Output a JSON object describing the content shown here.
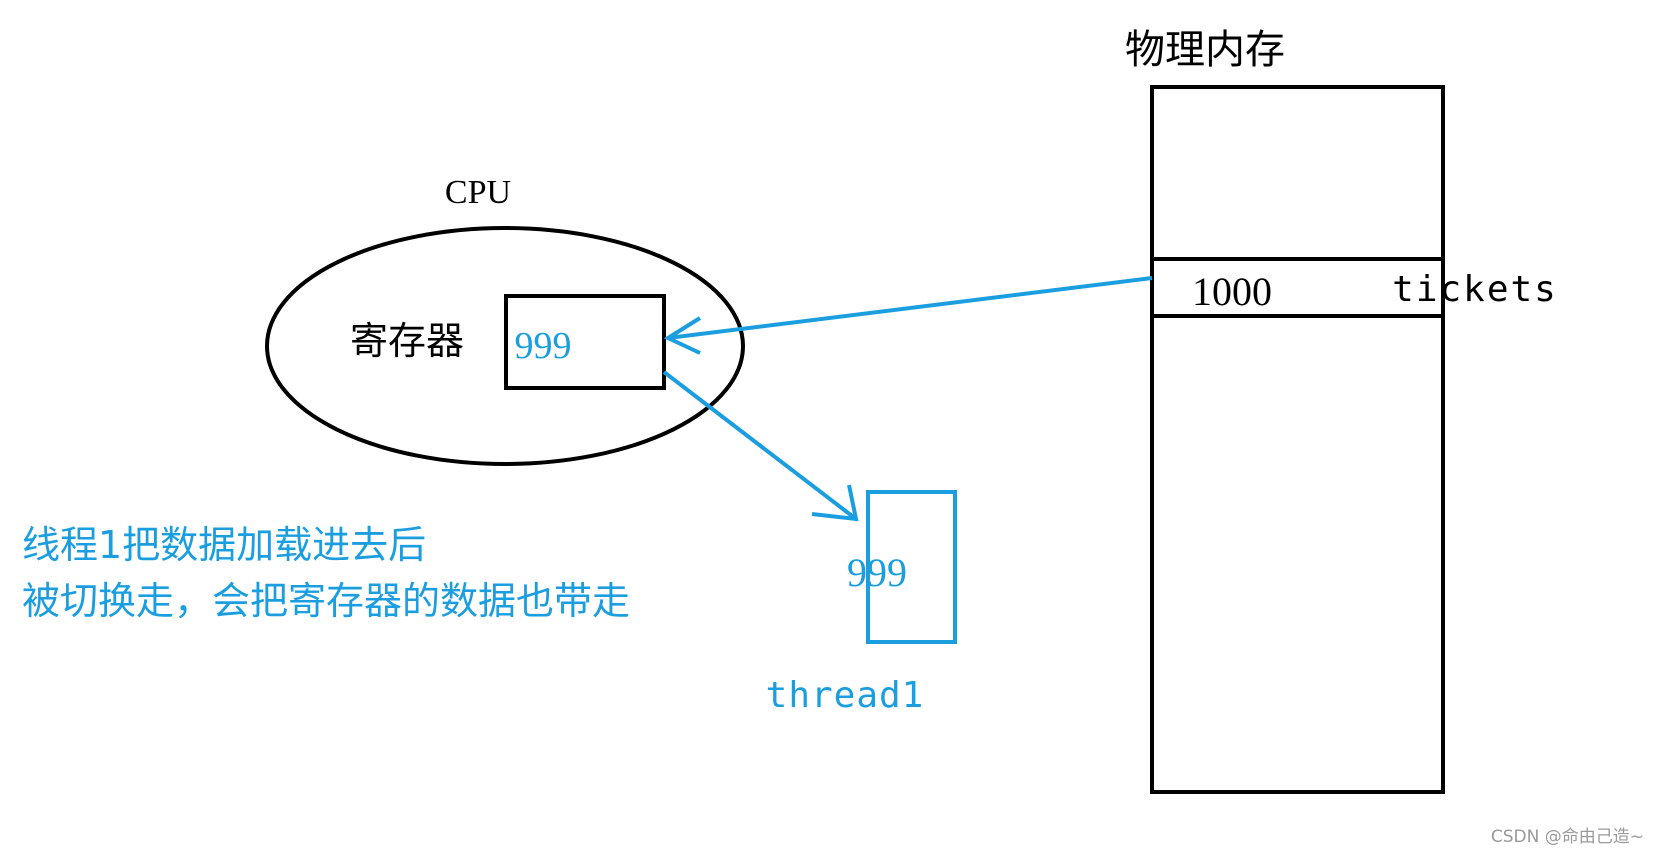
{
  "cpu": {
    "label": "CPU",
    "register_label": "寄存器",
    "register_value": "999"
  },
  "memory": {
    "title": "物理内存",
    "cell_value": "1000",
    "cell_label": "tickets"
  },
  "thread": {
    "saved_value": "999",
    "label": "thread1"
  },
  "note": {
    "line1": "线程1把数据加载进去后",
    "line2": "被切换走，会把寄存器的数据也带走"
  },
  "watermark": "CSDN @命由己造~",
  "colors": {
    "ink": "#000000",
    "accent": "#1a9ee0"
  }
}
